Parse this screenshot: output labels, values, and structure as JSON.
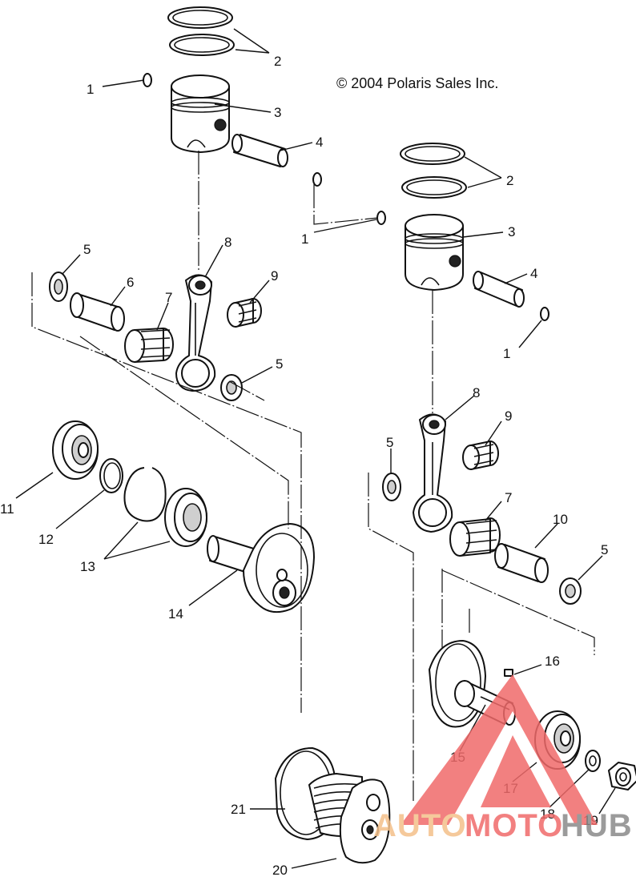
{
  "copyright": "© 2004 Polaris Sales Inc.",
  "watermark": {
    "text_auto": "AUTO",
    "text_moto": "MOTO",
    "text_hub": "HUB",
    "color_triangle": "#f06a6a",
    "color_auto": "#f4c08a",
    "color_moto": "#f06a6a",
    "color_hub": "#8a8a8a"
  },
  "callouts": [
    {
      "id": "c1a",
      "label": "1"
    },
    {
      "id": "c2a",
      "label": "2"
    },
    {
      "id": "c3a",
      "label": "3"
    },
    {
      "id": "c4a",
      "label": "4"
    },
    {
      "id": "c1b",
      "label": "1"
    },
    {
      "id": "c2b",
      "label": "2"
    },
    {
      "id": "c3b",
      "label": "3"
    },
    {
      "id": "c4b",
      "label": "4"
    },
    {
      "id": "c1c",
      "label": "1"
    },
    {
      "id": "c5a",
      "label": "5"
    },
    {
      "id": "c6",
      "label": "6"
    },
    {
      "id": "c7a",
      "label": "7"
    },
    {
      "id": "c8a",
      "label": "8"
    },
    {
      "id": "c9a",
      "label": "9"
    },
    {
      "id": "c5b",
      "label": "5"
    },
    {
      "id": "c8b",
      "label": "8"
    },
    {
      "id": "c9b",
      "label": "9"
    },
    {
      "id": "c5c",
      "label": "5"
    },
    {
      "id": "c7b",
      "label": "7"
    },
    {
      "id": "c10",
      "label": "10"
    },
    {
      "id": "c5d",
      "label": "5"
    },
    {
      "id": "c11",
      "label": "11"
    },
    {
      "id": "c12",
      "label": "12"
    },
    {
      "id": "c13",
      "label": "13"
    },
    {
      "id": "c14",
      "label": "14"
    },
    {
      "id": "c16",
      "label": "16"
    },
    {
      "id": "c15",
      "label": "15"
    },
    {
      "id": "c17",
      "label": "17"
    },
    {
      "id": "c18",
      "label": "18"
    },
    {
      "id": "c19",
      "label": "19"
    },
    {
      "id": "c21",
      "label": "21"
    },
    {
      "id": "c20",
      "label": "20"
    }
  ]
}
